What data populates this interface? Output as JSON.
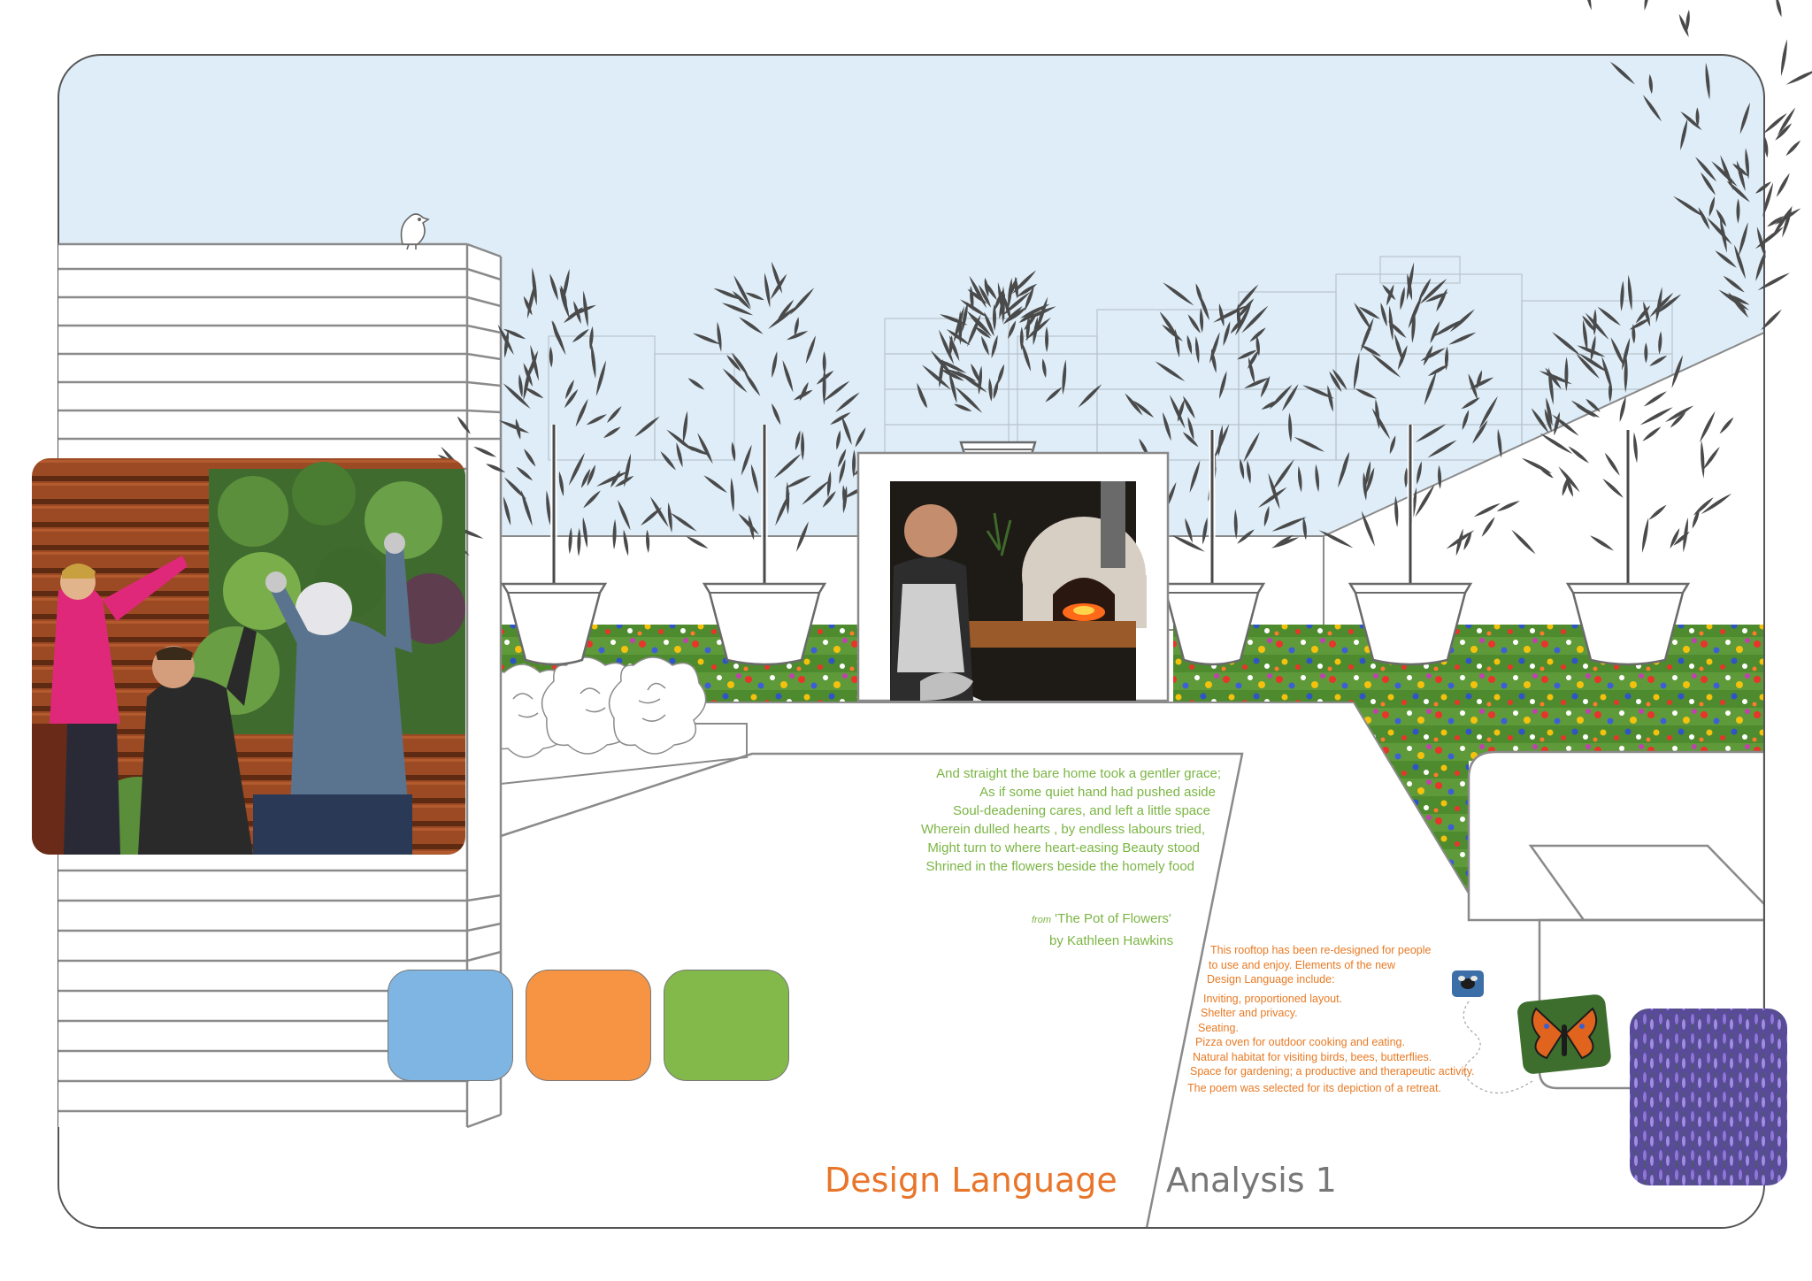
{
  "poem": {
    "lines": [
      "And straight the bare home took a gentler grace;",
      "As if some quiet hand had pushed aside",
      "Soul-deadening cares, and left a little space",
      "Wherein dulled hearts , by endless labours tried,",
      "Might turn to where heart-easing Beauty stood",
      "Shrined in the flowers beside the homely food"
    ],
    "source_prefix": "from",
    "source_title": "'The Pot of Flowers'",
    "author": "by Kathleen Hawkins"
  },
  "notes": {
    "intro": [
      "This rooftop has been re-designed for people",
      "to use and enjoy. Elements of the new",
      "Design Language include:"
    ],
    "items": [
      "Inviting, proportioned layout.",
      "Shelter and privacy.",
      "Seating.",
      "Pizza oven for outdoor cooking and eating.",
      "Natural habitat for visiting birds, bees, butterflies.",
      "Space for gardening; a productive and therapeutic activity."
    ],
    "closing": "The poem was selected for its depiction of a retreat."
  },
  "title": {
    "main": "Design Language",
    "sub": "Analysis 1"
  },
  "swatches": [
    "#7fb5e2",
    "#f69444",
    "#83b94a"
  ],
  "colors": {
    "sky": "#deedf8",
    "line_gray": "#8a8a8a",
    "poem_green": "#7bb544",
    "note_orange": "#e87a24",
    "title_orange": "#e8752a",
    "title_gray": "#777777"
  },
  "icons": [
    "bird-icon",
    "bee-icon",
    "butterfly-photo",
    "lavender-photo"
  ]
}
